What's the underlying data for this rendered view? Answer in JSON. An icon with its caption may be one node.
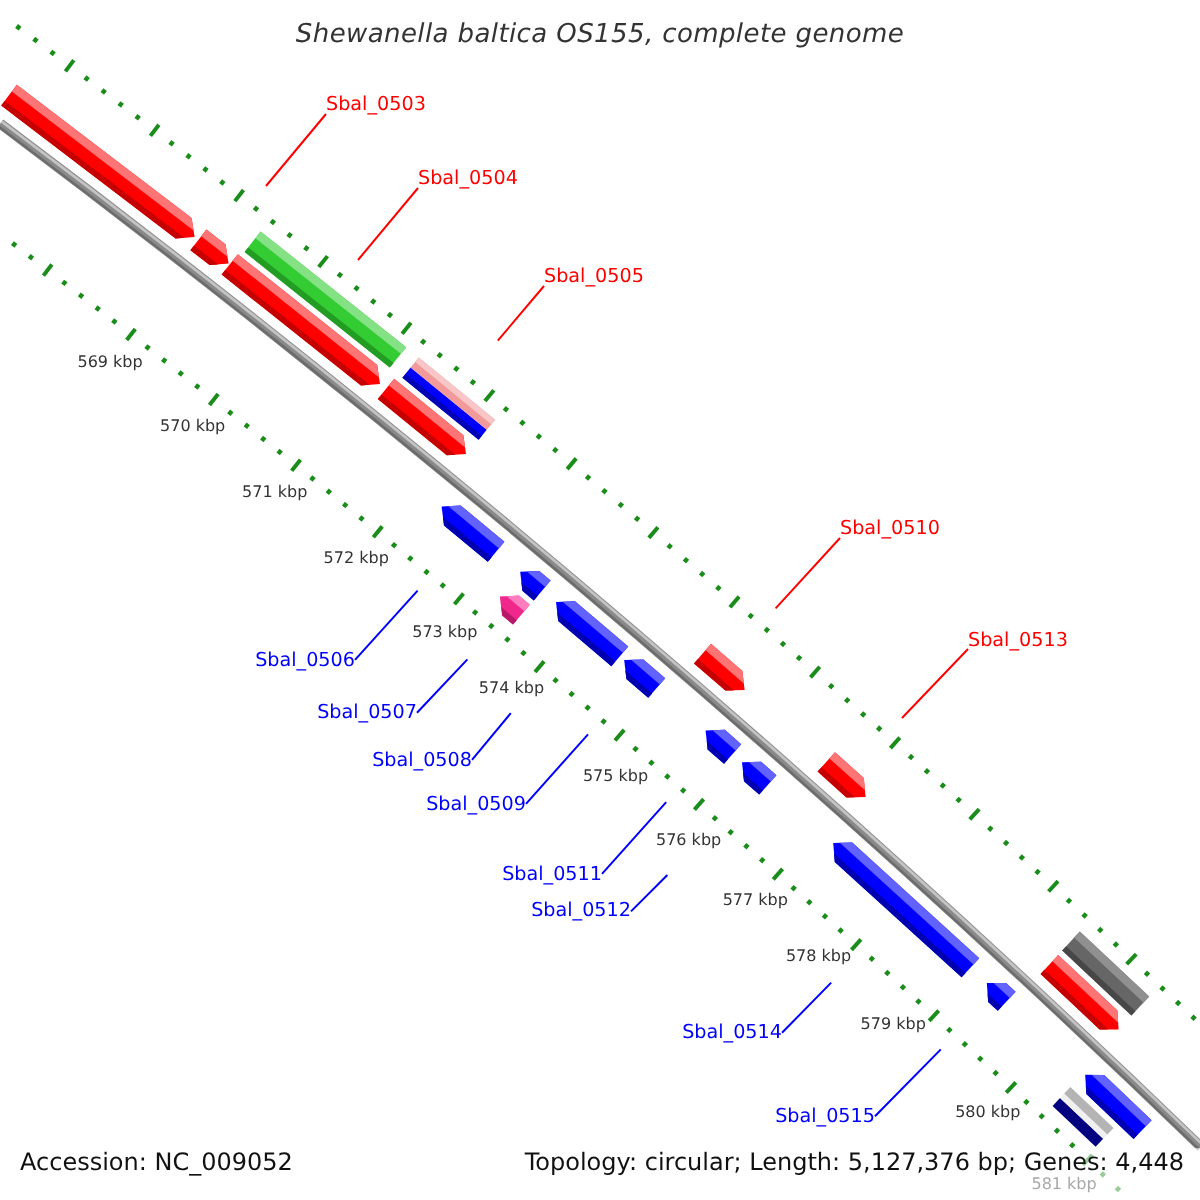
{
  "diagram": {
    "title": "Shewanella baltica OS155, complete genome",
    "nodes": [
      {
        "text": [
          "Sbal_0503"
        ]
      },
      {
        "text": [
          "Sbal_0504"
        ]
      },
      {
        "text": [
          "Sbal_0505"
        ]
      },
      {
        "text": [
          "Sbal_0510"
        ]
      },
      {
        "text": [
          "Sbal_0513"
        ]
      },
      {
        "text": [
          "Sbal_0506"
        ]
      },
      {
        "text": [
          "Sbal_0507"
        ]
      },
      {
        "text": [
          "Sbal_0508"
        ]
      },
      {
        "text": [
          "Sbal_0509"
        ]
      },
      {
        "text": [
          "Sbal_0511"
        ]
      },
      {
        "text": [
          "Sbal_0512"
        ]
      },
      {
        "text": [
          "Sbal_0514"
        ]
      },
      {
        "text": [
          "Sbal_0515"
        ]
      }
    ],
    "edges": [
      {
        "from": 0,
        "to": null,
        "arrow": "none",
        "color": "#ff0000"
      },
      {
        "from": 1,
        "to": null,
        "arrow": "none",
        "color": "#ff0000"
      },
      {
        "from": 2,
        "to": null,
        "arrow": "none",
        "color": "#ff0000"
      },
      {
        "from": 3,
        "to": null,
        "arrow": "none",
        "color": "#ff0000"
      },
      {
        "from": 4,
        "to": null,
        "arrow": "none",
        "color": "#ff0000"
      },
      {
        "from": 5,
        "to": null,
        "arrow": "none"
      },
      {
        "from": 6,
        "to": null,
        "arrow": "none"
      },
      {
        "from": 7,
        "to": null,
        "arrow": "none"
      },
      {
        "from": 8,
        "to": null,
        "arrow": "none"
      },
      {
        "from": 9,
        "to": null,
        "arrow": "none"
      },
      {
        "from": 10,
        "to": null,
        "arrow": "none"
      },
      {
        "from": 11,
        "to": null,
        "arrow": "none"
      },
      {
        "from": 12,
        "to": null,
        "arrow": "none"
      }
    ],
    "labels": [
      "569 kbp",
      "570 kbp",
      "571 kbp",
      "572 kbp",
      "573 kbp",
      "574 kbp",
      "575 kbp",
      "576 kbp",
      "577 kbp",
      "578 kbp",
      "579 kbp",
      "580 kbp",
      "581 kbp",
      "Accession: NC_009052",
      "Topology: circular; Length: 5,127,376 bp; Genes: 4,448"
    ]
  }
}
